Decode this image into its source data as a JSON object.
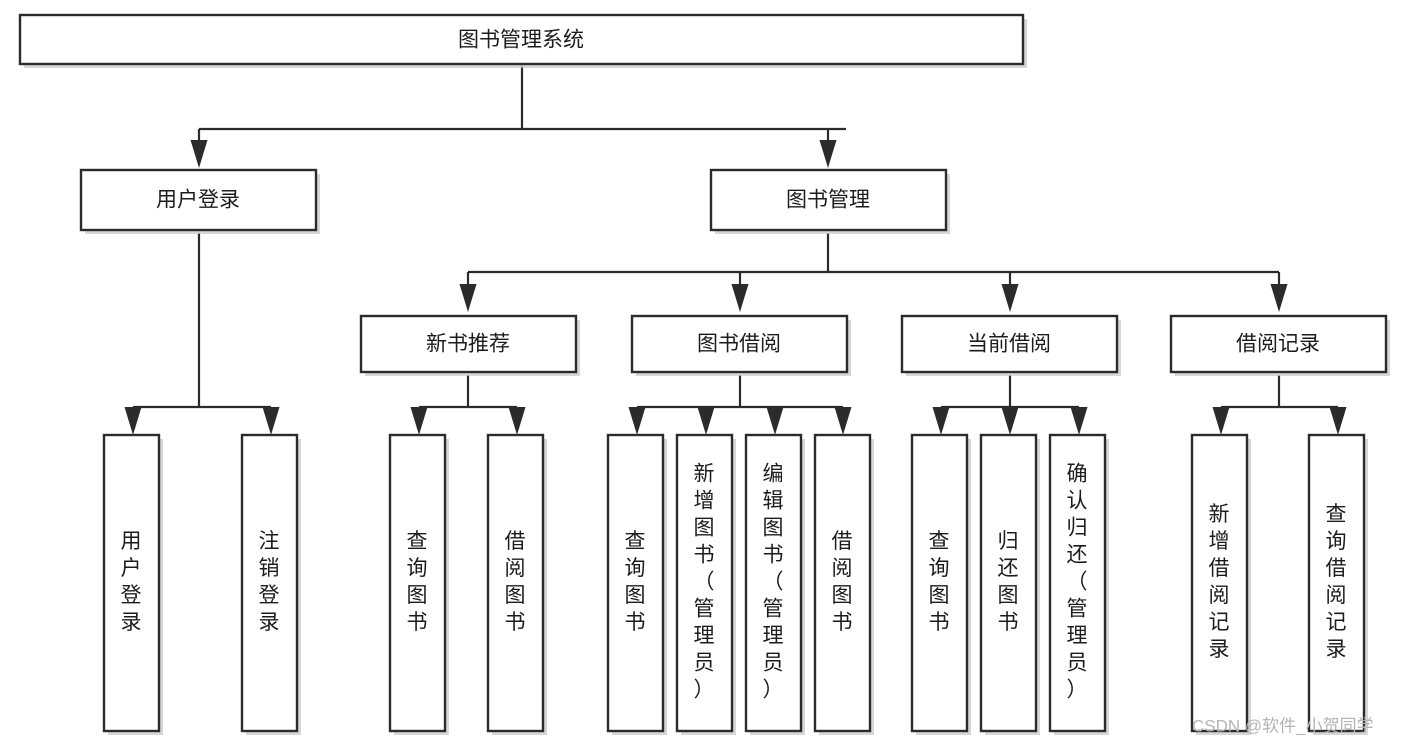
{
  "diagram": {
    "type": "tree",
    "title": "图书管理系统",
    "watermark": "CSDN @软件_小贺同学",
    "colors": {
      "box_stroke": "#2b2b2b",
      "box_fill": "#ffffff",
      "connector": "#2b2b2b",
      "text": "#1c1c1c",
      "watermark": "#b4b4b4",
      "background": "#ffffff"
    },
    "levels": {
      "level1_label": "图书管理系统",
      "level2_labels": [
        "用户登录",
        "图书管理"
      ],
      "level3_labels": [
        "新书推荐",
        "图书借阅",
        "当前借阅",
        "借阅记录"
      ]
    },
    "nodes": {
      "root": "图书管理系统",
      "user_login": "用户登录",
      "book_manage": "图书管理",
      "new_book_rec": "新书推荐",
      "book_borrow": "图书借阅",
      "current_borrow": "当前借阅",
      "borrow_record": "借阅记录",
      "leaf_user_login": "用户登录",
      "leaf_logout": "注销登录",
      "leaf_rec_query": "查询图书",
      "leaf_rec_borrow": "借阅图书",
      "leaf_borrow_query": "查询图书",
      "leaf_borrow_add": "新增图书（管理员）",
      "leaf_borrow_edit": "编辑图书（管理员）",
      "leaf_borrow_do": "借阅图书",
      "leaf_cur_query": "查询图书",
      "leaf_cur_return": "归还图书",
      "leaf_cur_confirm": "确认归还（管理员）",
      "leaf_rec_add": "新增借阅记录",
      "leaf_rec_search": "查询借阅记录"
    },
    "tree": [
      {
        "id": "root",
        "label": "图书管理系统",
        "children": [
          {
            "id": "user_login",
            "label": "用户登录",
            "children": [
              {
                "id": "leaf_user_login",
                "label": "用户登录"
              },
              {
                "id": "leaf_logout",
                "label": "注销登录"
              }
            ]
          },
          {
            "id": "book_manage",
            "label": "图书管理",
            "children": [
              {
                "id": "new_book_rec",
                "label": "新书推荐",
                "children": [
                  {
                    "id": "leaf_rec_query",
                    "label": "查询图书"
                  },
                  {
                    "id": "leaf_rec_borrow",
                    "label": "借阅图书"
                  }
                ]
              },
              {
                "id": "book_borrow",
                "label": "图书借阅",
                "children": [
                  {
                    "id": "leaf_borrow_query",
                    "label": "查询图书"
                  },
                  {
                    "id": "leaf_borrow_add",
                    "label": "新增图书（管理员）"
                  },
                  {
                    "id": "leaf_borrow_edit",
                    "label": "编辑图书（管理员）"
                  },
                  {
                    "id": "leaf_borrow_do",
                    "label": "借阅图书"
                  }
                ]
              },
              {
                "id": "current_borrow",
                "label": "当前借阅",
                "children": [
                  {
                    "id": "leaf_cur_query",
                    "label": "查询图书"
                  },
                  {
                    "id": "leaf_cur_return",
                    "label": "归还图书"
                  },
                  {
                    "id": "leaf_cur_confirm",
                    "label": "确认归还（管理员）"
                  }
                ]
              },
              {
                "id": "borrow_record",
                "label": "借阅记录",
                "children": [
                  {
                    "id": "leaf_rec_add",
                    "label": "新增借阅记录"
                  },
                  {
                    "id": "leaf_rec_search",
                    "label": "查询借阅记录"
                  }
                ]
              }
            ]
          }
        ]
      }
    ]
  }
}
